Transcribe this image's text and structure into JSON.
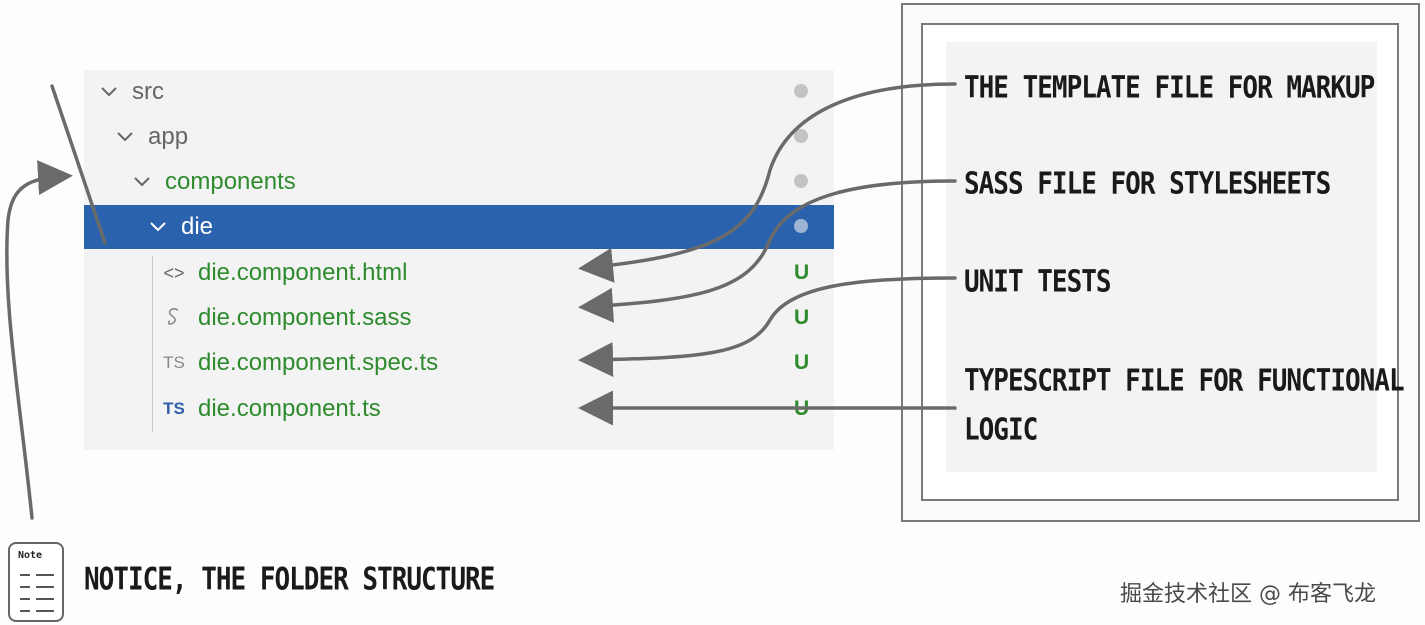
{
  "explorer": {
    "rows": [
      {
        "label": "src",
        "state": "expanded"
      },
      {
        "label": "app",
        "state": "expanded"
      },
      {
        "label": "components",
        "state": "expanded"
      },
      {
        "label": "die",
        "state": "expanded",
        "selected": true
      },
      {
        "label": "die.component.html",
        "icon": "html-brackets-icon",
        "icon_text": "<>",
        "status": "U"
      },
      {
        "label": "die.component.sass",
        "icon": "sass-icon",
        "status": "U"
      },
      {
        "label": "die.component.spec.ts",
        "icon": "ts-icon",
        "icon_text": "TS",
        "status": "U"
      },
      {
        "label": "die.component.ts",
        "icon": "ts-icon",
        "icon_text": "TS",
        "status": "U"
      }
    ]
  },
  "callout": {
    "annotations": [
      "The template file for markup",
      "Sass file for stylesheets",
      "Unit tests",
      "TypeScript file for functional",
      "logic"
    ]
  },
  "note": {
    "icon_label": "Note",
    "text": "Notice, the folder structure"
  },
  "watermark": "掘金技术社区 @ 布客飞龙",
  "colors": {
    "selection": "#2a62ad",
    "untracked": "#2e8b2e",
    "ts_blue": "#2f5fa8"
  }
}
